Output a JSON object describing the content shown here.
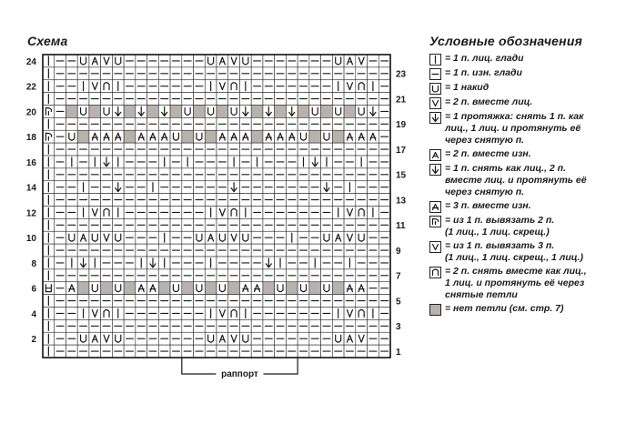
{
  "chart_title": "Схема",
  "legend_title": "Условные обозначения",
  "rapport_label": "раппорт",
  "left_row_numbers": [
    "24",
    "22",
    "20",
    "18",
    "16",
    "14",
    "12",
    "10",
    "8",
    "6",
    "4",
    "2"
  ],
  "right_row_numbers": [
    "23",
    "21",
    "19",
    "17",
    "15",
    "13",
    "11",
    "9",
    "7",
    "5",
    "3",
    "1"
  ],
  "colors": {
    "gray_cell": "#b8b2ac",
    "line": "#2a2a2a"
  },
  "legend": [
    {
      "icon": "knit-icon",
      "lines": [
        "= 1 п. лиц. глади"
      ]
    },
    {
      "icon": "purl-icon",
      "lines": [
        "= 1 п. изн. глади"
      ]
    },
    {
      "icon": "yarn-over-icon",
      "lines": [
        "= 1 накид"
      ]
    },
    {
      "icon": "k2tog-icon",
      "lines": [
        "= 2 п. вместе лиц."
      ]
    },
    {
      "icon": "ssk-arrow-icon",
      "lines": [
        "= 1 протяжка: снять 1 п. как",
        "лиц., 1 лиц. и протянуть её",
        "через снятую п."
      ]
    },
    {
      "icon": "p2tog-icon",
      "lines": [
        "= 2 п. вместе изн."
      ]
    },
    {
      "icon": "sk1-k2tog-psso-icon",
      "lines": [
        "= 1 п. снять как лиц., 2 п.",
        "вместе лиц. и протянуть её",
        "через снятую п."
      ]
    },
    {
      "icon": "p3tog-icon",
      "lines": [
        "= 3 п. вместе изн."
      ]
    },
    {
      "icon": "inc-2-from-1-icon",
      "lines": [
        "= из 1 п. вывязать 2 п.",
        "(1 лиц., 1 лиц. скрещ.)"
      ]
    },
    {
      "icon": "inc-3-from-1-icon",
      "lines": [
        "= из 1 п. вывязать 3 п.",
        "(1 лиц., 1 лиц. скрещ., 1 лиц.)"
      ]
    },
    {
      "icon": "s2-k1-p2sso-icon",
      "lines": [
        "= 2 п. снять вместе как лиц.,",
        "1 лиц. и протянуть её через",
        "снятые петли"
      ]
    },
    {
      "icon": "no-stitch-icon",
      "lines": [
        "= нет петли (см. стр. 7)"
      ]
    }
  ]
}
